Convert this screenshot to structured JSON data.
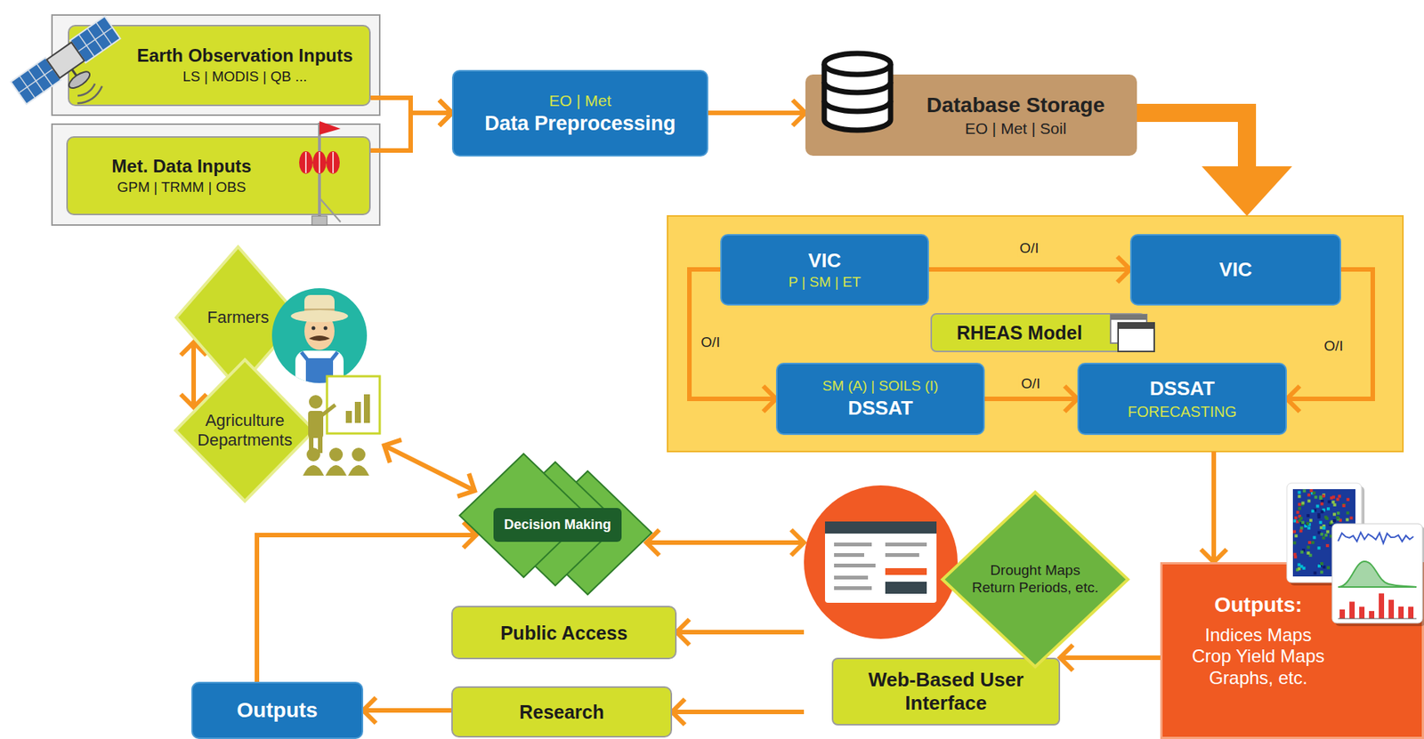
{
  "diagram": {
    "nodes": [
      {
        "text": [
          "Earth Observation Inputs",
          "LS | MODIS | QB ..."
        ]
      },
      {
        "text": [
          "Met. Data Inputs",
          "GPM | TRMM | OBS"
        ]
      },
      {
        "text": [
          "EO | Met",
          "Data Preprocessing"
        ]
      },
      {
        "text": [
          "Database Storage",
          "EO | Met | Soil"
        ]
      },
      {
        "text": [
          "RHEAS Model"
        ]
      },
      {
        "text": [
          "VIC",
          "P | SM | ET"
        ],
        "in": 4
      },
      {
        "text": [
          "VIC"
        ],
        "in": 4
      },
      {
        "text": [
          "SM (A) | SOILS (I)",
          "DSSAT"
        ],
        "in": 4
      },
      {
        "text": [
          "DSSAT",
          "FORECASTING"
        ],
        "in": 4
      },
      {
        "text": [
          "Farmers"
        ]
      },
      {
        "text": [
          "Agriculture Departments"
        ]
      },
      {
        "text": [
          "Decision Making"
        ]
      },
      {
        "text": [
          "Web-Based User Interface"
        ]
      },
      {
        "text": [
          "Drought Maps Return Periods, etc."
        ]
      },
      {
        "text": [
          "Outputs:",
          "Indices Maps Crop Yield Maps Graphs, etc."
        ]
      },
      {
        "text": [
          "Public Access"
        ]
      },
      {
        "text": [
          "Research"
        ]
      },
      {
        "text": [
          "Outputs"
        ]
      }
    ],
    "edges": [
      {
        "from": 0,
        "to": 2,
        "arrow": "to"
      },
      {
        "from": 1,
        "to": 2,
        "arrow": "to"
      },
      {
        "from": 2,
        "to": 3,
        "arrow": "to"
      },
      {
        "from": 3,
        "to": 4,
        "arrow": "to"
      },
      {
        "from": 5,
        "to": 6,
        "arrow": "to",
        "label": "O/I"
      },
      {
        "from": 5,
        "to": 7,
        "arrow": "to",
        "label": "O/I"
      },
      {
        "from": 7,
        "to": 8,
        "arrow": "to",
        "label": "O/I"
      },
      {
        "from": 6,
        "to": 8,
        "arrow": "to",
        "label": "O/I"
      },
      {
        "from": 4,
        "to": 14,
        "arrow": "to"
      },
      {
        "from": 14,
        "to": 12,
        "arrow": "to"
      },
      {
        "from": 12,
        "to": 15,
        "arrow": "to"
      },
      {
        "from": 12,
        "to": 16,
        "arrow": "to"
      },
      {
        "from": 16,
        "to": 17,
        "arrow": "to"
      },
      {
        "from": 17,
        "to": 11,
        "arrow": "to"
      },
      {
        "from": 11,
        "to": 12,
        "arrow": "both"
      },
      {
        "from": 9,
        "to": 10,
        "arrow": "both"
      },
      {
        "from": 10,
        "to": 11,
        "arrow": "both"
      }
    ]
  }
}
